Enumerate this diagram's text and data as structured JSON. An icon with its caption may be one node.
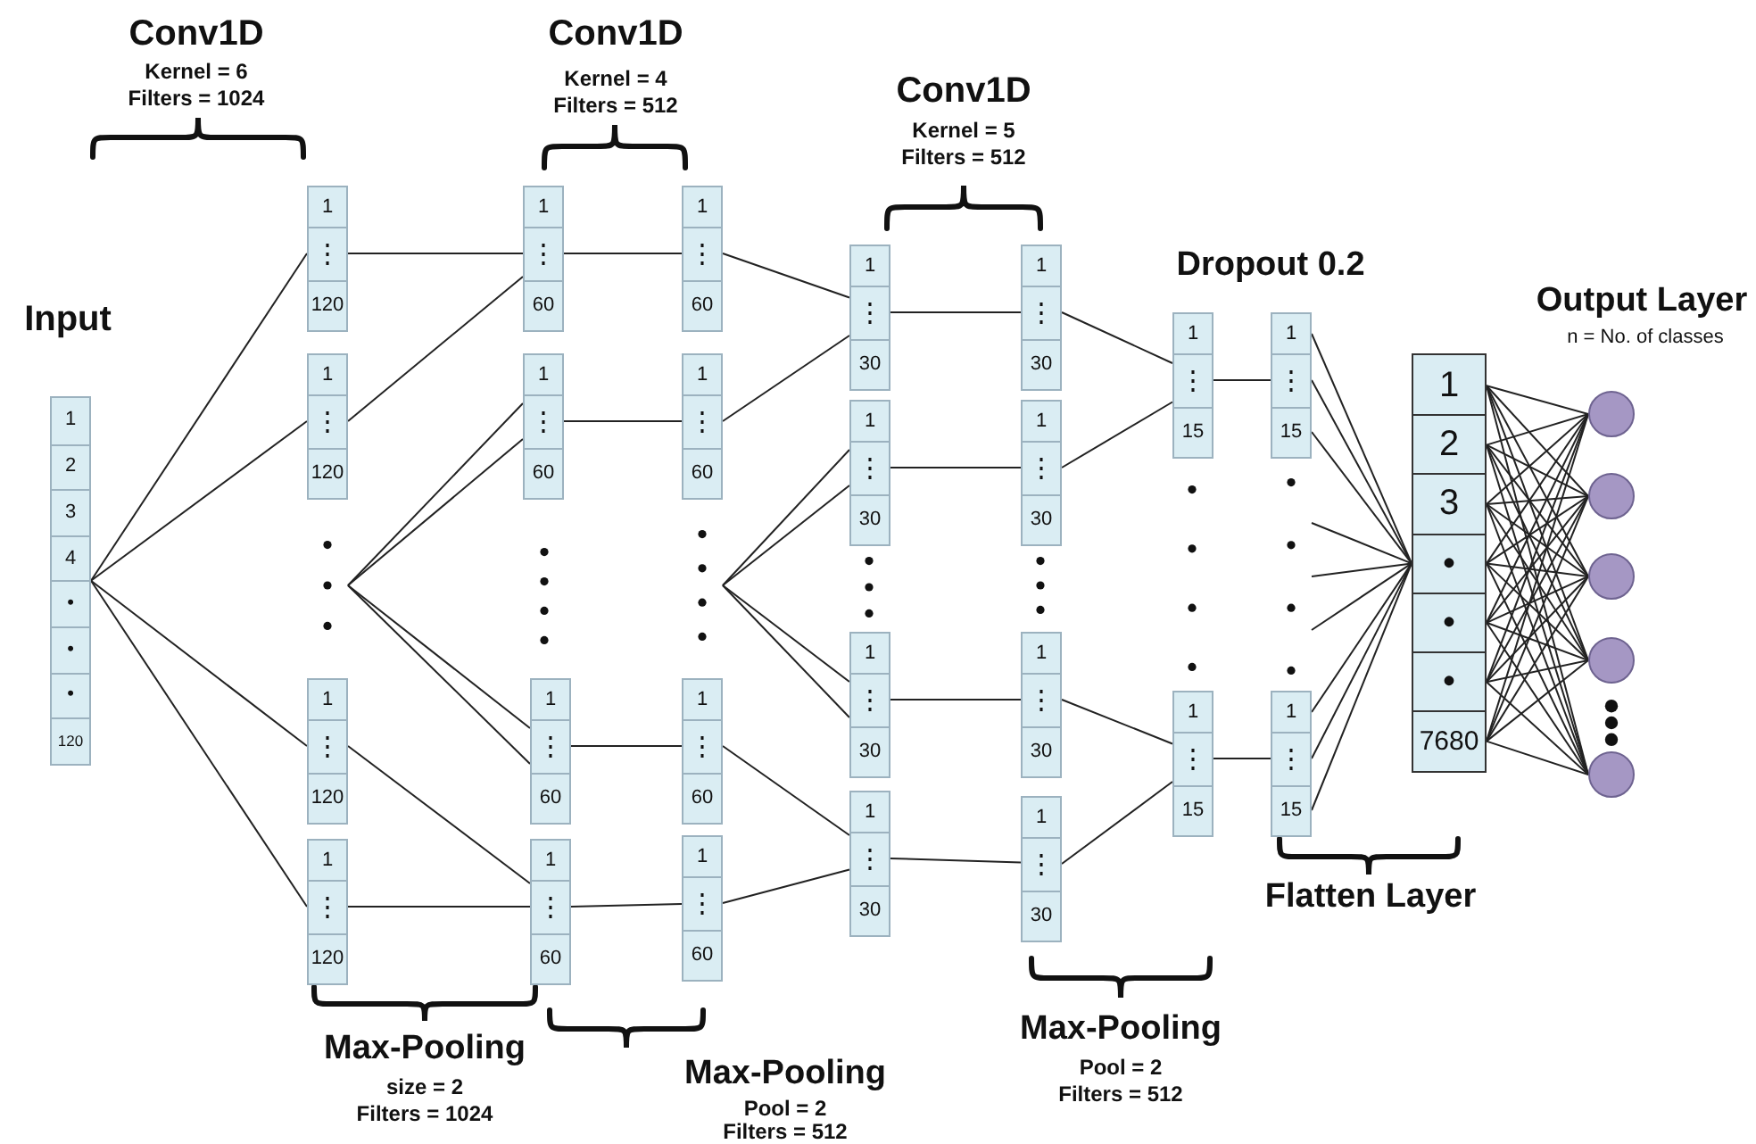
{
  "diagram": {
    "nodes": [
      {
        "text": [
          "1",
          "2",
          "3",
          "4",
          "•",
          "•",
          "•",
          "120"
        ]
      },
      {
        "text": [
          "1",
          "⋮",
          "120"
        ]
      },
      {
        "text": [
          "1",
          "⋮",
          "120"
        ]
      },
      {
        "text": [],
        "shape": "dots"
      },
      {
        "text": [
          "1",
          "⋮",
          "120"
        ]
      },
      {
        "text": [
          "1",
          "⋮",
          "120"
        ]
      },
      {
        "text": [
          "1",
          "⋮",
          "60"
        ]
      },
      {
        "text": [
          "1",
          "⋮",
          "60"
        ]
      },
      {
        "text": [
          "1",
          "⋮",
          "60"
        ]
      },
      {
        "text": [
          "1",
          "⋮",
          "60"
        ]
      },
      {
        "text": [
          "1",
          "⋮",
          "60"
        ]
      },
      {
        "text": [
          "1",
          "⋮",
          "60"
        ]
      },
      {
        "text": [],
        "shape": "dots"
      },
      {
        "text": [
          "1",
          "⋮",
          "60"
        ]
      },
      {
        "text": [
          "1",
          "⋮",
          "60"
        ]
      },
      {
        "text": [
          "1",
          "⋮",
          "30"
        ]
      },
      {
        "text": [
          "1",
          "⋮",
          "30"
        ]
      },
      {
        "text": [
          "1",
          "⋮",
          "30"
        ]
      },
      {
        "text": [
          "1",
          "⋮",
          "30"
        ]
      },
      {
        "text": [
          "1",
          "⋮",
          "30"
        ]
      },
      {
        "text": [
          "1",
          "⋮",
          "30"
        ]
      },
      {
        "text": [
          "1",
          "⋮",
          "30"
        ]
      },
      {
        "text": [
          "1",
          "⋮",
          "30"
        ]
      },
      {
        "text": [
          "1",
          "⋮",
          "15"
        ]
      },
      {
        "text": [
          "1",
          "⋮",
          "15"
        ]
      },
      {
        "text": [
          "1",
          "⋮",
          "15"
        ]
      },
      {
        "text": [],
        "shape": "dots"
      },
      {
        "text": [
          "1",
          "⋮",
          "15"
        ]
      },
      {
        "text": [
          "1",
          "2",
          "3",
          "•",
          "•",
          "•",
          "7680"
        ]
      },
      {
        "text": [],
        "shape": "circle"
      },
      {
        "text": [],
        "shape": "circle"
      },
      {
        "text": [],
        "shape": "circle"
      },
      {
        "text": [],
        "shape": "circle"
      },
      {
        "text": [],
        "shape": "circle"
      }
    ],
    "edges": [
      {
        "from": 0,
        "to": 1,
        "arrow": "none"
      },
      {
        "from": 0,
        "to": 2,
        "arrow": "none"
      },
      {
        "from": 0,
        "to": 4,
        "arrow": "none"
      },
      {
        "from": 0,
        "to": 5,
        "arrow": "none"
      },
      {
        "from": 1,
        "to": 6,
        "arrow": "none"
      },
      {
        "from": 2,
        "to": 6,
        "arrow": "none"
      },
      {
        "from": 3,
        "to": 7,
        "arrow": "none"
      },
      {
        "from": 3,
        "to": 7,
        "arrow": "none"
      },
      {
        "from": 3,
        "to": 8,
        "arrow": "none"
      },
      {
        "from": 3,
        "to": 8,
        "arrow": "none"
      },
      {
        "from": 4,
        "to": 9,
        "arrow": "none"
      },
      {
        "from": 5,
        "to": 9,
        "arrow": "none"
      },
      {
        "from": 6,
        "to": 10,
        "arrow": "none"
      },
      {
        "from": 7,
        "to": 11,
        "arrow": "none"
      },
      {
        "from": 8,
        "to": 13,
        "arrow": "none"
      },
      {
        "from": 9,
        "to": 14,
        "arrow": "none"
      },
      {
        "from": 10,
        "to": 15,
        "arrow": "none"
      },
      {
        "from": 11,
        "to": 15,
        "arrow": "none"
      },
      {
        "from": 12,
        "to": 16,
        "arrow": "none"
      },
      {
        "from": 12,
        "to": 16,
        "arrow": "none"
      },
      {
        "from": 12,
        "to": 17,
        "arrow": "none"
      },
      {
        "from": 12,
        "to": 17,
        "arrow": "none"
      },
      {
        "from": 13,
        "to": 18,
        "arrow": "none"
      },
      {
        "from": 14,
        "to": 18,
        "arrow": "none"
      },
      {
        "from": 15,
        "to": 19,
        "arrow": "none"
      },
      {
        "from": 16,
        "to": 20,
        "arrow": "none"
      },
      {
        "from": 17,
        "to": 21,
        "arrow": "none"
      },
      {
        "from": 18,
        "to": 22,
        "arrow": "none"
      },
      {
        "from": 19,
        "to": 23,
        "arrow": "none"
      },
      {
        "from": 20,
        "to": 23,
        "arrow": "none"
      },
      {
        "from": 21,
        "to": 24,
        "arrow": "none"
      },
      {
        "from": 22,
        "to": 24,
        "arrow": "none"
      },
      {
        "from": 23,
        "to": 25,
        "arrow": "none"
      },
      {
        "from": 24,
        "to": 27,
        "arrow": "none"
      },
      {
        "from": 25,
        "to": 28,
        "arrow": "none"
      },
      {
        "from": 25,
        "to": 28,
        "arrow": "none"
      },
      {
        "from": 25,
        "to": 28,
        "arrow": "none"
      },
      {
        "from": 26,
        "to": 28,
        "arrow": "none"
      },
      {
        "from": 26,
        "to": 28,
        "arrow": "none"
      },
      {
        "from": 26,
        "to": 28,
        "arrow": "none"
      },
      {
        "from": 27,
        "to": 28,
        "arrow": "none"
      },
      {
        "from": 27,
        "to": 28,
        "arrow": "none"
      },
      {
        "from": 27,
        "to": 28,
        "arrow": "none"
      },
      {
        "from": 28,
        "to": 29,
        "arrow": "none"
      },
      {
        "from": 28,
        "to": 29,
        "arrow": "none"
      },
      {
        "from": 28,
        "to": 29,
        "arrow": "none"
      },
      {
        "from": 28,
        "to": 29,
        "arrow": "none"
      },
      {
        "from": 28,
        "to": 29,
        "arrow": "none"
      },
      {
        "from": 28,
        "to": 29,
        "arrow": "none"
      },
      {
        "from": 28,
        "to": 29,
        "arrow": "none"
      },
      {
        "from": 28,
        "to": 30,
        "arrow": "none"
      },
      {
        "from": 28,
        "to": 30,
        "arrow": "none"
      },
      {
        "from": 28,
        "to": 30,
        "arrow": "none"
      },
      {
        "from": 28,
        "to": 30,
        "arrow": "none"
      },
      {
        "from": 28,
        "to": 30,
        "arrow": "none"
      },
      {
        "from": 28,
        "to": 30,
        "arrow": "none"
      },
      {
        "from": 28,
        "to": 30,
        "arrow": "none"
      },
      {
        "from": 28,
        "to": 31,
        "arrow": "none"
      },
      {
        "from": 28,
        "to": 31,
        "arrow": "none"
      },
      {
        "from": 28,
        "to": 31,
        "arrow": "none"
      },
      {
        "from": 28,
        "to": 31,
        "arrow": "none"
      },
      {
        "from": 28,
        "to": 31,
        "arrow": "none"
      },
      {
        "from": 28,
        "to": 31,
        "arrow": "none"
      },
      {
        "from": 28,
        "to": 31,
        "arrow": "none"
      },
      {
        "from": 28,
        "to": 32,
        "arrow": "none"
      },
      {
        "from": 28,
        "to": 32,
        "arrow": "none"
      },
      {
        "from": 28,
        "to": 32,
        "arrow": "none"
      },
      {
        "from": 28,
        "to": 32,
        "arrow": "none"
      },
      {
        "from": 28,
        "to": 32,
        "arrow": "none"
      },
      {
        "from": 28,
        "to": 32,
        "arrow": "none"
      },
      {
        "from": 28,
        "to": 32,
        "arrow": "none"
      },
      {
        "from": 28,
        "to": 33,
        "arrow": "none"
      },
      {
        "from": 28,
        "to": 33,
        "arrow": "none"
      },
      {
        "from": 28,
        "to": 33,
        "arrow": "none"
      },
      {
        "from": 28,
        "to": 33,
        "arrow": "none"
      },
      {
        "from": 28,
        "to": 33,
        "arrow": "none"
      },
      {
        "from": 28,
        "to": 33,
        "arrow": "none"
      },
      {
        "from": 28,
        "to": 33,
        "arrow": "none"
      }
    ],
    "labels": [
      "Conv1D",
      "Kernel = 6",
      "Filters = 1024",
      "Conv1D",
      "Kernel = 4",
      "Filters = 512",
      "Conv1D",
      "Kernel = 5",
      "Filters = 512",
      "Input",
      "Dropout 0.2",
      "Output Layer",
      "n = No. of classes",
      "Flatten Layer",
      "Max-Pooling",
      "Pool = 2",
      "Filters = 512",
      "Max-Pooling",
      "size = 2",
      "Filters = 1024",
      "Max-Pooling",
      "Pool = 2",
      "Filters = 512"
    ]
  }
}
